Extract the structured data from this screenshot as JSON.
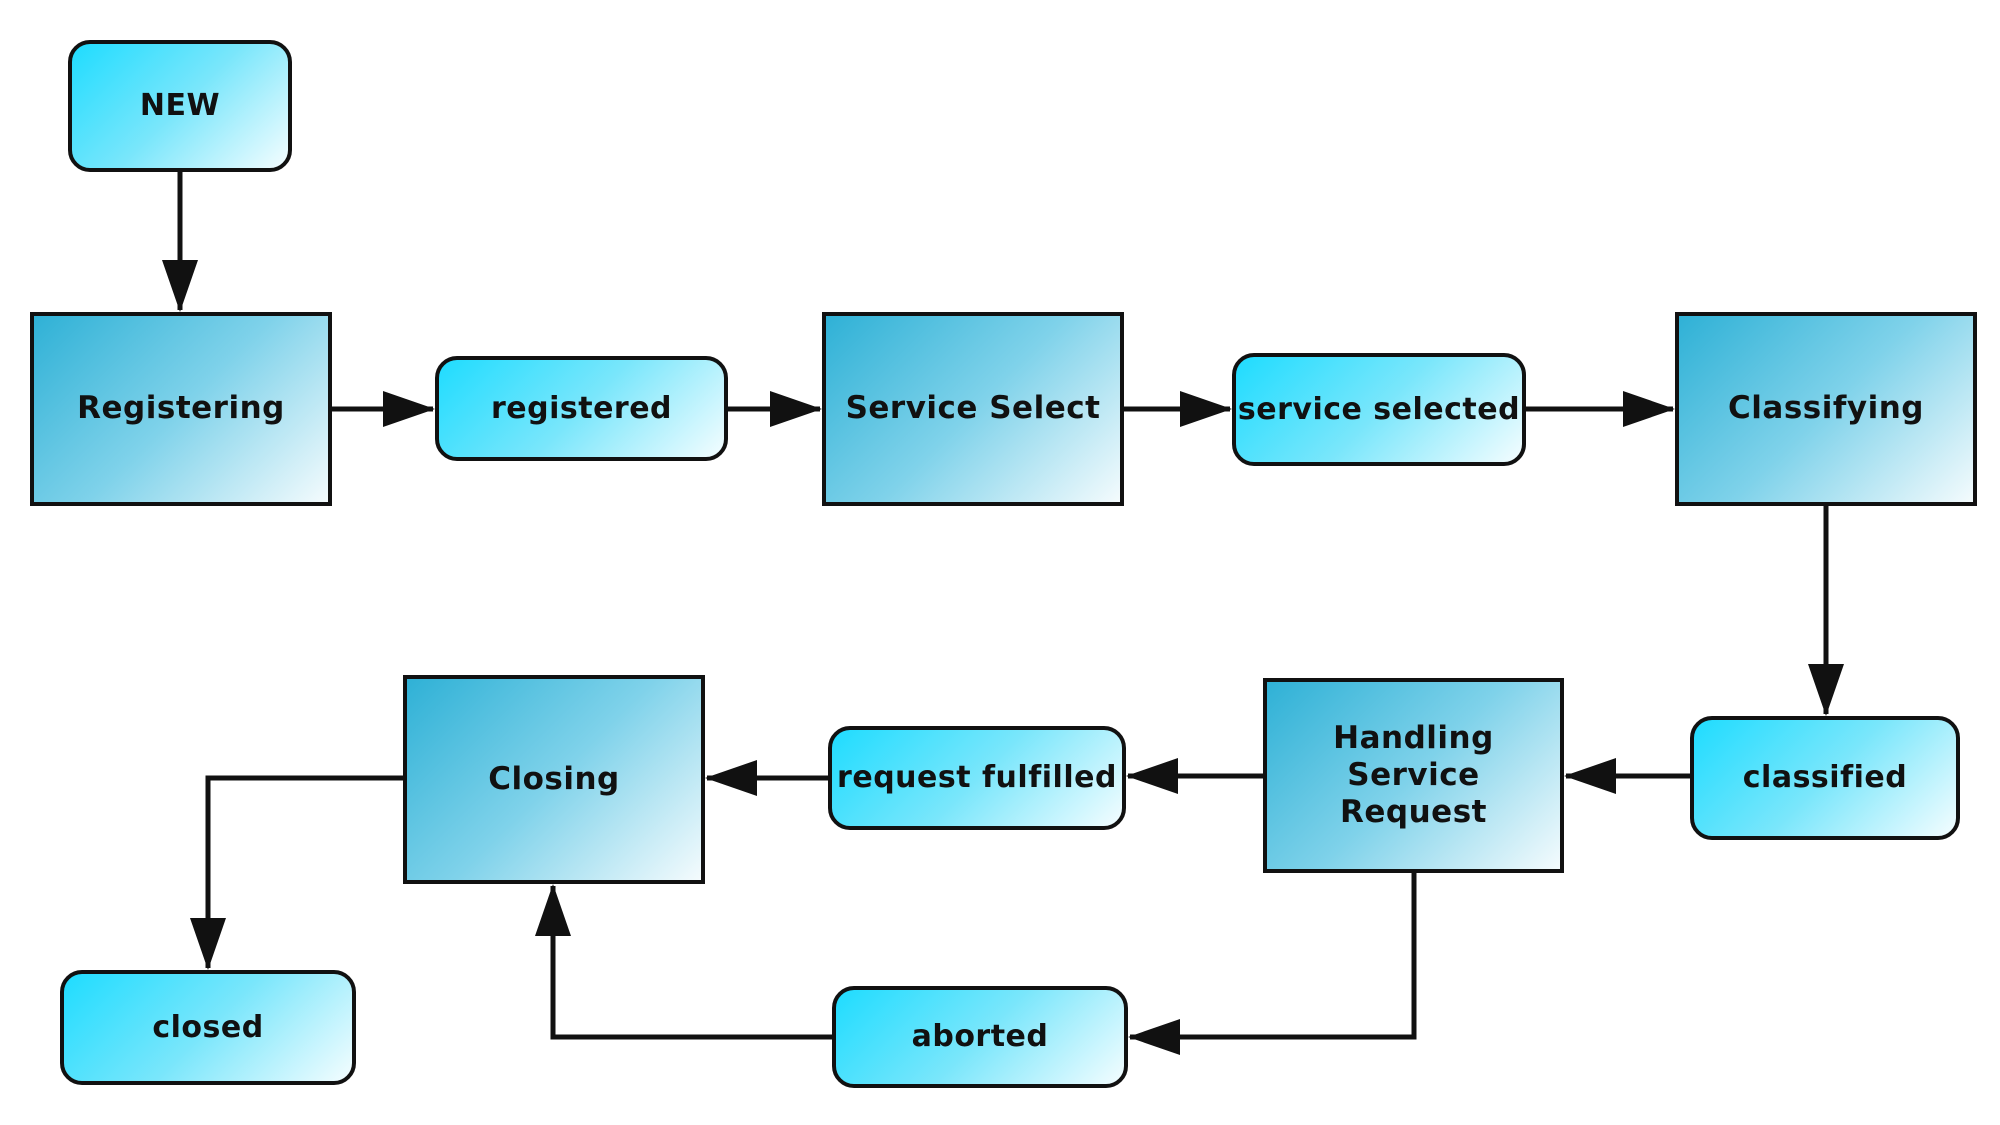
{
  "diagram": {
    "nodes": {
      "new": "NEW",
      "registering": "Registering",
      "registered": "registered",
      "service_select": "Service Select",
      "service_selected": "service selected",
      "classifying": "Classifying",
      "classified": "classified",
      "handling": "Handling\nService\nRequest",
      "request_fulfilled": "request fulfilled",
      "closing": "Closing",
      "closed": "closed",
      "aborted": "aborted"
    },
    "node_kinds": {
      "activity": "square box",
      "state": "rounded box"
    },
    "edges": [
      {
        "from": "NEW",
        "to": "Registering"
      },
      {
        "from": "Registering",
        "to": "registered"
      },
      {
        "from": "registered",
        "to": "Service Select"
      },
      {
        "from": "Service Select",
        "to": "service selected"
      },
      {
        "from": "service selected",
        "to": "Classifying"
      },
      {
        "from": "Classifying",
        "to": "classified"
      },
      {
        "from": "classified",
        "to": "Handling Service Request"
      },
      {
        "from": "Handling Service Request",
        "to": "request fulfilled"
      },
      {
        "from": "request fulfilled",
        "to": "Closing"
      },
      {
        "from": "Closing",
        "to": "closed"
      },
      {
        "from": "Handling Service Request",
        "to": "aborted"
      },
      {
        "from": "aborted",
        "to": "Closing"
      }
    ],
    "colors": {
      "activity_fill": "#2fb1d6",
      "state_fill": "#1fdcff",
      "stroke": "#111111",
      "background": "#ffffff"
    }
  }
}
